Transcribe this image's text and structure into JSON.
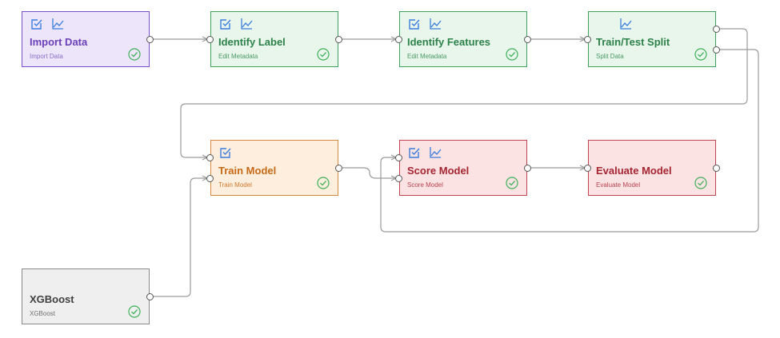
{
  "colors": {
    "wire": "#9a9a9a",
    "icon_blue": "#3b7ddd",
    "check_green": "#3fb05a"
  },
  "nodes": {
    "import_data": {
      "title": "Import Data",
      "subtitle": "Import Data",
      "icons": [
        "edit-check-icon",
        "chart-line-icon"
      ]
    },
    "identify_label": {
      "title": "Identify Label",
      "subtitle": "Edit Metadata",
      "icons": [
        "edit-check-icon",
        "chart-line-icon"
      ]
    },
    "identify_features": {
      "title": "Identify Features",
      "subtitle": "Edit Metadata",
      "icons": [
        "edit-check-icon",
        "chart-line-icon"
      ]
    },
    "train_test_split": {
      "title": "Train/Test Split",
      "subtitle": "Split Data",
      "icons": [
        "chart-line-icon"
      ]
    },
    "train_model": {
      "title": "Train Model",
      "subtitle": "Train Model",
      "icons": [
        "edit-check-icon"
      ]
    },
    "score_model": {
      "title": "Score Model",
      "subtitle": "Score Model",
      "icons": [
        "edit-check-icon",
        "chart-line-icon"
      ]
    },
    "evaluate_model": {
      "title": "Evaluate Model",
      "subtitle": "Evaluate Model",
      "icons": []
    },
    "xgboost": {
      "title": "XGBoost",
      "subtitle": "XGBoost",
      "icons": []
    }
  },
  "status": {
    "all_nodes": "completed"
  }
}
